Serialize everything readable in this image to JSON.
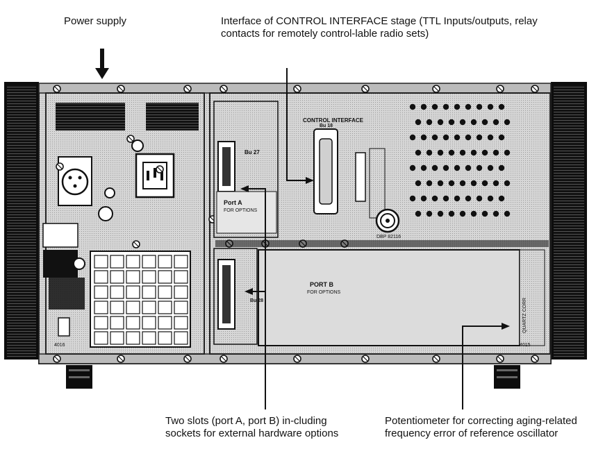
{
  "callouts": {
    "power_supply": "Power supply",
    "control_interface": "Interface of CONTROL INTERFACE stage (TTL Inputs/outputs, relay contacts for remotely control-lable radio sets)",
    "two_slots": "Two slots (port A, port B) in-cluding sockets for external hardware options",
    "potentiometer": "Potentiometer for correcting aging-related frequency error of reference oscillator"
  },
  "panel_labels": {
    "control_interface": "CONTROL INTERFACE",
    "port_a": "Port A",
    "port_a_sub": "FOR OPTIONS",
    "port_b": "PORT B",
    "port_b_sub": "FOR OPTIONS",
    "bu_27": "Bu 27",
    "bu_18": "Bu 18",
    "bu_28": "Bu 28",
    "dbp": "DBP 82116",
    "model_right": "4015",
    "model_left": "4016",
    "quartz": "QUARTZ CORR"
  },
  "colors": {
    "panel": "#d9d9d9",
    "dark": "#222222",
    "black": "#0d0d0d"
  }
}
